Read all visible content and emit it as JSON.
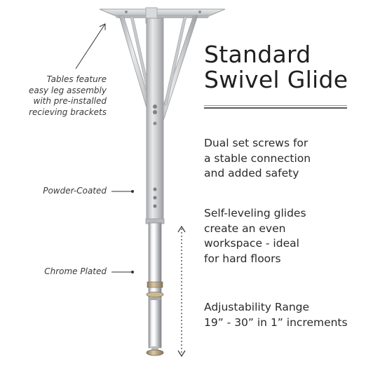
{
  "title": {
    "line1": "Standard",
    "line2": "Swivel Glide"
  },
  "annotations": {
    "brackets": {
      "line1": "Tables feature",
      "line2": "easy leg assembly",
      "line3": "with pre-installed",
      "line4": "recieving brackets"
    },
    "powder": "Powder-Coated",
    "chrome": "Chrome Plated"
  },
  "features": {
    "screws": {
      "line1": "Dual set screws for",
      "line2": "a stable connection",
      "line3": "and added safety"
    },
    "glides": {
      "line1": "Self-leveling glides",
      "line2": "create an even",
      "line3": "workspace - ideal",
      "line4": "for hard floors"
    },
    "range": {
      "line1": "Adjustability Range",
      "line2": "19” - 30” in 1” increments"
    }
  },
  "colors": {
    "powder_coat": "#c9cacc",
    "chrome": "#e4e6e8",
    "text_dark": "#1f1f1f",
    "text_note": "#3a3a3a"
  },
  "icons": {
    "pointer": "arrow-line-icon",
    "range": "dotted-double-arrow-icon"
  }
}
